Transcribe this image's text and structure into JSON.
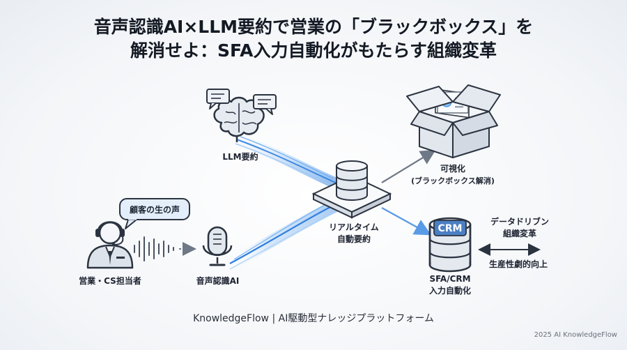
{
  "title": {
    "line1": "音声認識AI×LLM要約で営業の「ブラックボックス」を",
    "line2": "解消せよ：SFA入力自動化がもたらす組織変革"
  },
  "nodes": {
    "sales": "営業・CS担当者",
    "voice_bubble": "顧客の生の声",
    "speech_ai": "音声認識AI",
    "llm": "LLM要約",
    "realtime_line1": "リアルタイム",
    "realtime_line2": "自動要約",
    "visualize_line1": "可視化",
    "visualize_line2": "(ブラックボックス解消)",
    "crm_badge": "CRM",
    "sfa_line1": "SFA/CRM",
    "sfa_line2": "入力自動化",
    "datadriven_line1": "データドリブン",
    "datadriven_line2": "組織変革",
    "productivity": "生産性劇的向上"
  },
  "footer": "KnowledgeFlow | AI駆動型ナレッジプラットフォーム",
  "copyright": "2025 AI KnowledgeFlow",
  "colors": {
    "accent": "#3b8de0",
    "node_fill": "#eef1f5",
    "stroke": "#2b3340",
    "flow": "#6aa8ee"
  }
}
